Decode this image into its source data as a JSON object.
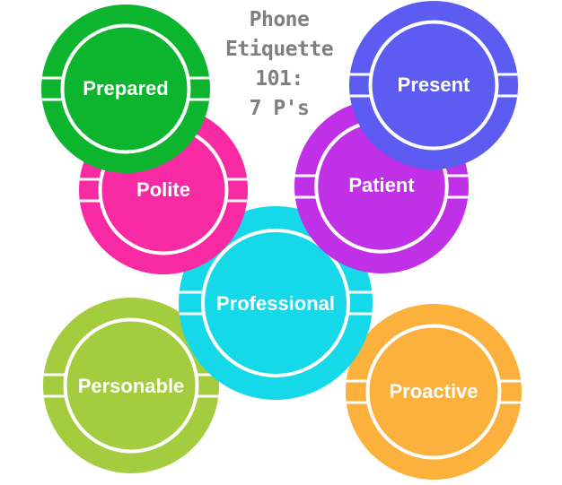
{
  "title_lines": [
    "Phone",
    "Etiquette",
    "101:",
    "7 P's"
  ],
  "circles": [
    {
      "label": "Personable",
      "color": "#a4cc3f"
    },
    {
      "label": "Proactive",
      "color": "#fbb13c"
    },
    {
      "label": "Professional",
      "color": "#15d8e8"
    },
    {
      "label": "Polite",
      "color": "#f72aa3"
    },
    {
      "label": "Patient",
      "color": "#c030e6"
    },
    {
      "label": "Prepared",
      "color": "#0db52e"
    },
    {
      "label": "Present",
      "color": "#5c5cf2"
    }
  ]
}
